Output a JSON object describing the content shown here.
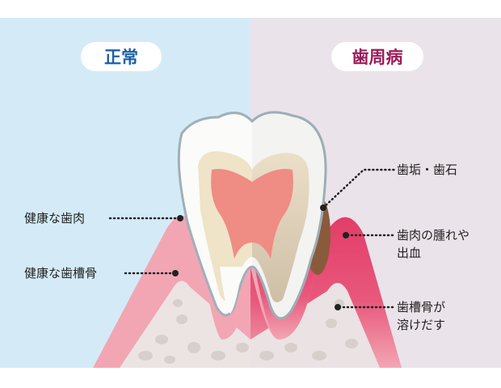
{
  "headings": {
    "normal": "正常",
    "periodontal": "歯周病"
  },
  "labels": {
    "healthy_gum": "健康な歯肉",
    "healthy_bone": "健康な歯槽骨",
    "plaque_tartar": "歯垢・歯石",
    "gum_swelling_line1": "歯肉の腫れや",
    "gum_swelling_line2": "出血",
    "bone_dissolving_line1": "歯槽骨が",
    "bone_dissolving_line2": "溶けだす"
  },
  "colors": {
    "normal_bg": "#d4ebf7",
    "periodontal_bg": "#ebe3ea",
    "normal_heading": "#1d5fa6",
    "periodontal_heading": "#9c1c5a",
    "gum": "#f2a6b4",
    "inflamed_gum": "#e23d68",
    "bone": "#ece4e2",
    "tartar": "#8a5a3c"
  }
}
